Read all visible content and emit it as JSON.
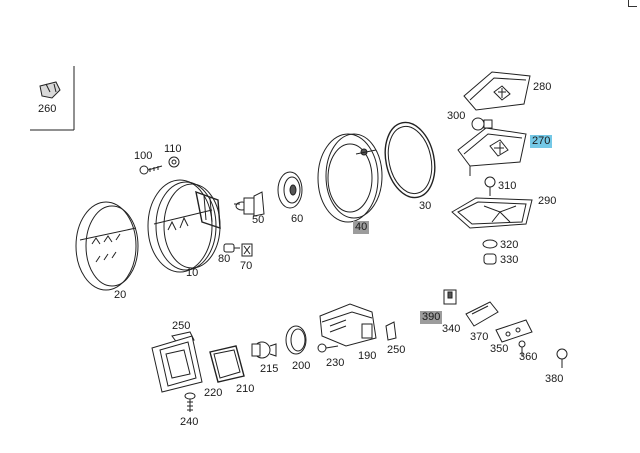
{
  "labels": {
    "p260": "260",
    "p100": "100",
    "p110": "110",
    "p20": "20",
    "p10": "10",
    "p50": "50",
    "p60": "60",
    "p40": "40",
    "p30": "30",
    "p80": "80",
    "p70": "70",
    "p280": "280",
    "p300": "300",
    "p270": "270",
    "p310": "310",
    "p290": "290",
    "p320": "320",
    "p330": "330",
    "p250a": "250",
    "p210": "210",
    "p215": "215",
    "p200": "200",
    "p230": "230",
    "p190": "190",
    "p250b": "250",
    "p390": "390",
    "p340": "340",
    "p370": "370",
    "p350": "350",
    "p360": "360",
    "p380": "380",
    "p220": "220",
    "p240": "240"
  },
  "highlight_colors": {
    "selected": "#74c8e6",
    "marked": "#9c9c9c"
  }
}
